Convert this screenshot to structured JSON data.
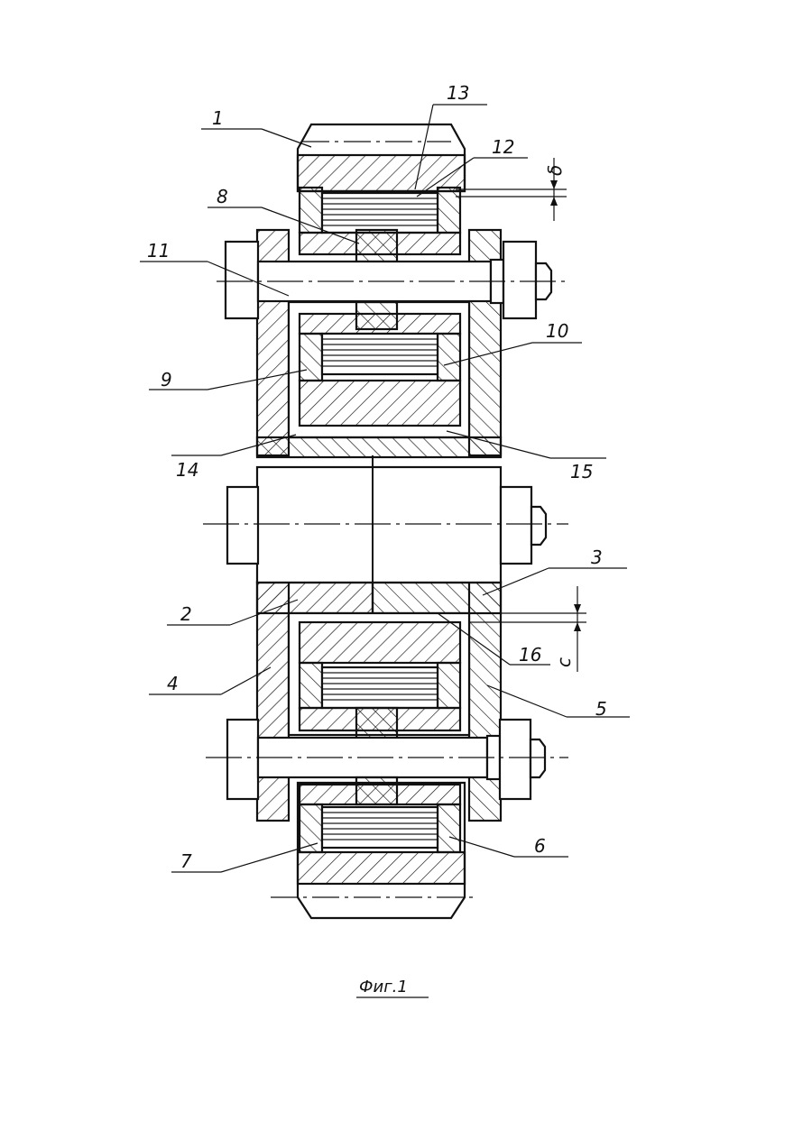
{
  "figure": {
    "caption": "Фиг.1",
    "labels": {
      "l1": "1",
      "l2": "2",
      "l3": "3",
      "l4": "4",
      "l5": "5",
      "l6": "6",
      "l7": "7",
      "l8": "8",
      "l9": "9",
      "l10": "10",
      "l11": "11",
      "l12": "12",
      "l13": "13",
      "l14": "14",
      "l15": "15",
      "l16": "16",
      "dim_delta": "δ",
      "dim_c": "c"
    }
  }
}
